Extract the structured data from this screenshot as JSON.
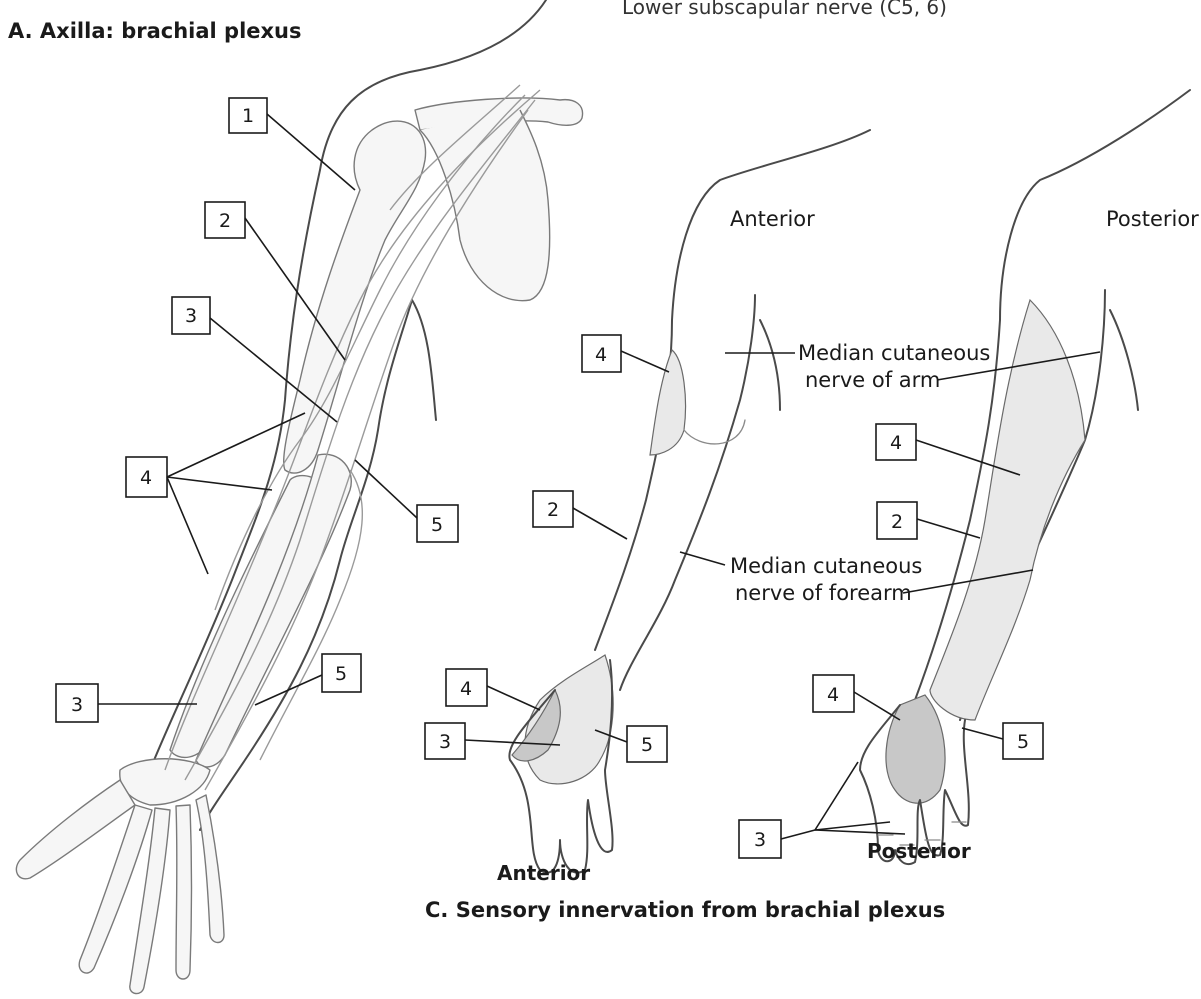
{
  "top_fragment": "Lower subscapular nerve (C5, 6)",
  "panel_a": {
    "title": "A. Axilla: brachial plexus"
  },
  "panel_c": {
    "title": "C. Sensory innervation from brachial plexus",
    "upper_views": {
      "anterior": "Anterior",
      "posterior": "Posterior"
    },
    "lower_views": {
      "anterior": "Anterior",
      "posterior": "Posterior"
    },
    "text_labels": {
      "arm_line1": "Median cutaneous",
      "arm_line2": "nerve of arm",
      "forearm_line1": "Median cutaneous",
      "forearm_line2": "nerve of forearm"
    }
  },
  "callouts": {
    "a1": "1",
    "a2": "2",
    "a3_upper": "3",
    "a4": "4",
    "a5_upper": "5",
    "a5_lower": "5",
    "a3_lower": "3",
    "ant4_arm": "4",
    "ant2": "2",
    "ant4_hand": "4",
    "ant3": "3",
    "ant5": "5",
    "post4_arm": "4",
    "post2": "2",
    "post4_hand": "4",
    "post5": "5",
    "post3": "3"
  },
  "colors": {
    "ink": "#1a1a1a",
    "shade_dark": "#c8c8c8",
    "shade_light": "#e9e9e9"
  }
}
